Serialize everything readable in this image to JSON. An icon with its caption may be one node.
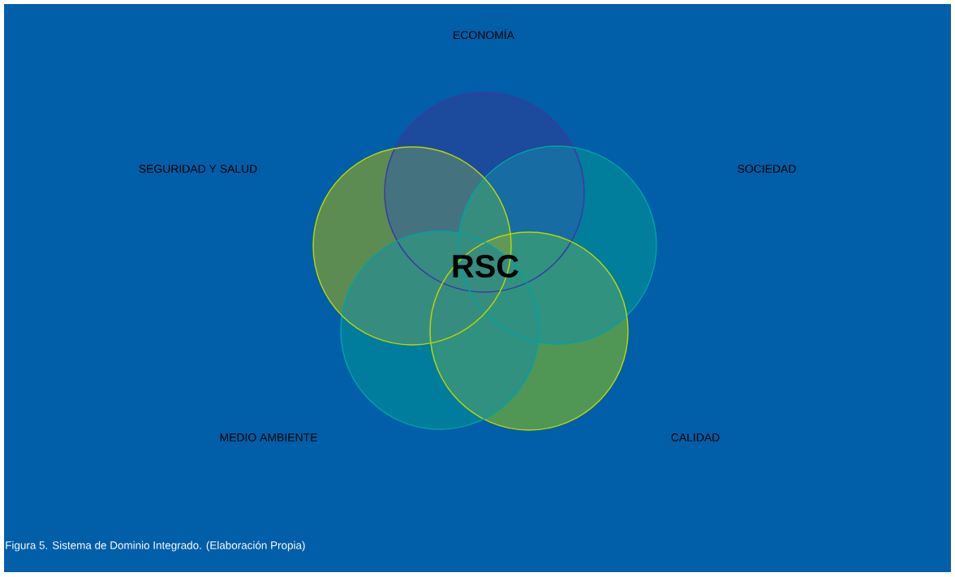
{
  "diagram": {
    "caption": "Figura 5. Sistema de Dominio Integrado. (Elaboración Propia)",
    "labels": [
      "ECONOMÍA",
      "SEGURIDAD Y SALUD",
      "SOCIEDAD",
      "RSC",
      "MEDIO AMBIENTE",
      "CALIDAD"
    ]
  }
}
